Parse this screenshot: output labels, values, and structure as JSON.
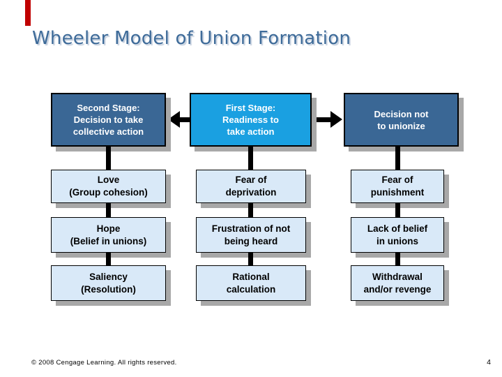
{
  "slide": {
    "title": "Wheeler Model of Union Formation",
    "page_number": "4",
    "copyright": "© 2008 Cengage Learning. All rights reserved."
  },
  "colors": {
    "title": "#3e6b99",
    "accent_bar": "#c00000",
    "dark_box": "#3a6795",
    "bright_box": "#1aa0e1",
    "light_box": "#d9e9f8",
    "shadow": "#a8a8a8"
  },
  "diagram": {
    "columns": [
      {
        "id": "second-stage",
        "header": "Second Stage:\nDecision to take\ncollective action",
        "items": [
          "Love\n(Group cohesion)",
          "Hope\n(Belief in unions)",
          "Saliency\n(Resolution)"
        ]
      },
      {
        "id": "first-stage",
        "header": "First Stage:\nReadiness to\ntake action",
        "items": [
          "Fear of\ndeprivation",
          "Frustration of not\nbeing heard",
          "Rational\ncalculation"
        ]
      },
      {
        "id": "decision-not-to-unionize",
        "header": "Decision not\nto unionize",
        "items": [
          "Fear of\npunishment",
          "Lack of belief\nin unions",
          "Withdrawal\nand/or revenge"
        ]
      }
    ]
  }
}
